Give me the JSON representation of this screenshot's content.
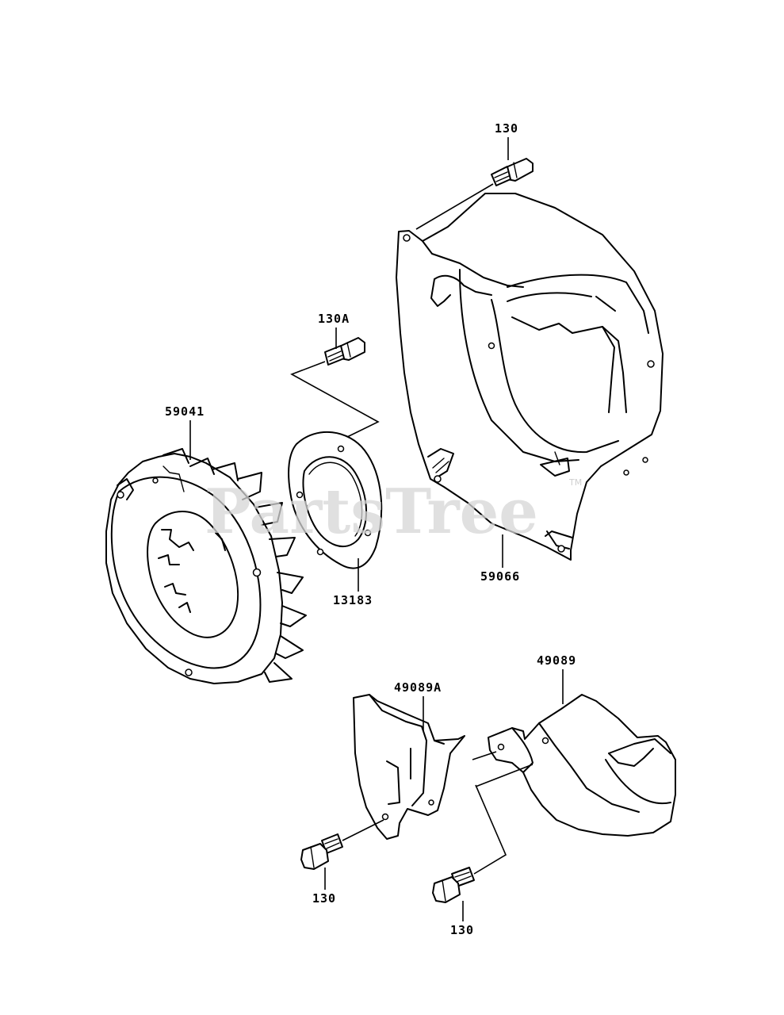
{
  "labels": {
    "bolt_top": "130",
    "bolt_130a": "130A",
    "fan": "59041",
    "plate": "13183",
    "housing": "59066",
    "cover": "49089",
    "cover_a": "49089A",
    "bolt_bottom_left": "130",
    "bolt_bottom_right": "130"
  },
  "watermark": {
    "text": "PartsTree",
    "tm": "TM"
  },
  "colors": {
    "line": "#000000",
    "watermark": "#d6d6d6",
    "background": "#ffffff"
  }
}
